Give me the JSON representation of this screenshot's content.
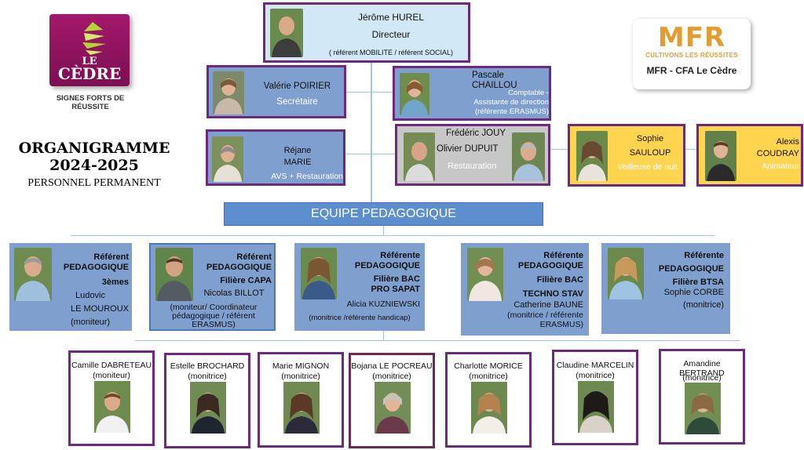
{
  "logos": {
    "cedre": {
      "line1": "LE",
      "line2": "CÈDRE",
      "tagline": "SIGNES FORTS DE RÉUSSITE"
    },
    "mfr": {
      "big": "MFR",
      "tagline": "CULTIVONS LES RÉUSSITES",
      "subtitle": "MFR - CFA Le Cèdre"
    }
  },
  "title": {
    "line1": "ORGANIGRAMME",
    "line2": "2024-2025",
    "subtitle": "PERSONNEL PERMANENT"
  },
  "director": {
    "name": "Jérôme HUREL",
    "role": "Directeur",
    "note": "( référent MOBILITE / référent SOCIAL)"
  },
  "staff": {
    "poirier": {
      "name": "Valérie POIRIER",
      "role": "Secrétaire"
    },
    "chaillou": {
      "name": "Pascale CHAILLOU",
      "role1": "Comptable -",
      "role2": "Assistante de direction",
      "role3": "(référente ERASMUS)"
    },
    "marie": {
      "first": "Réjane",
      "last": "MARIE",
      "role": "AVS + Restauration"
    },
    "restauration": {
      "name1": "Frédéric JOUY",
      "name2": "Olivier DUPUIT",
      "role": "Restauration"
    },
    "sauloup": {
      "first": "Sophie",
      "last": "SAULOUP",
      "role": "Veilleuse de nuit"
    },
    "coudray": {
      "first": "Alexis",
      "last": "COUDRAY",
      "role": "Animateur"
    }
  },
  "equipe": {
    "label": "EQUIPE PEDAGOGIQUE"
  },
  "referents": [
    {
      "l1": "Référent",
      "l2": "PEDAGOGIQUE",
      "l3": "3èmes",
      "name1": "Ludovic",
      "name2": "LE MOUROUX",
      "note": "(moniteur)"
    },
    {
      "l1": "Référent",
      "l2": "PEDAGOGIQUE",
      "l3": "Filière CAPA",
      "name1": "Nicolas BILLOT",
      "note1": "(moniteur/ Coordinateur",
      "note2": "pédagogique / référent",
      "note3": "ERASMUS)"
    },
    {
      "l1": "Référente",
      "l2": "PEDAGOGIQUE",
      "l3": "Filière  BAC",
      "l4": "PRO SAPAT",
      "name1": "Alicia KUZNIEWSKI",
      "note1": "(monitrice /référente handicap)"
    },
    {
      "l1": "Référente",
      "l2": "PEDAGOGIQUE",
      "l3": "Filière BAC",
      "l4": "TECHNO STAV",
      "name1": "Catherine BAUNE",
      "note1": "(monitrice  /  référente",
      "note2": "ERASMUS)"
    },
    {
      "l1": "Référente",
      "l2": "PEDAGOGIQUE",
      "l3": "Filière BTSA",
      "name1": "Sophie CORBE",
      "note1": "(monitrice)"
    }
  ],
  "teachers": [
    {
      "name": "Camille DABRETEAU",
      "role": "(moniteur)"
    },
    {
      "name": "Estelle BROCHARD",
      "role": "(monitrice)"
    },
    {
      "name": "Marie MIGNON",
      "role": "(monitrice)"
    },
    {
      "name": "Bojana LE POCREAU",
      "role": "(monitrice)"
    },
    {
      "name": "Charlotte MORICE",
      "role": "(monitrice)"
    },
    {
      "name": "Claudine MARCELIN",
      "role": "(monitrice)"
    },
    {
      "name": "Amandine BERTRAND",
      "role": "(monitrice)"
    }
  ],
  "colors": {
    "accent_purple": "#6d2a7c",
    "card_blue": "#7fa0cf",
    "banner_blue": "#5d8fcf",
    "yellow": "#ffd54f",
    "gray": "#c7c7c7",
    "mfr_orange": "#e39c2f",
    "cedre_magenta": "#a3186b"
  }
}
